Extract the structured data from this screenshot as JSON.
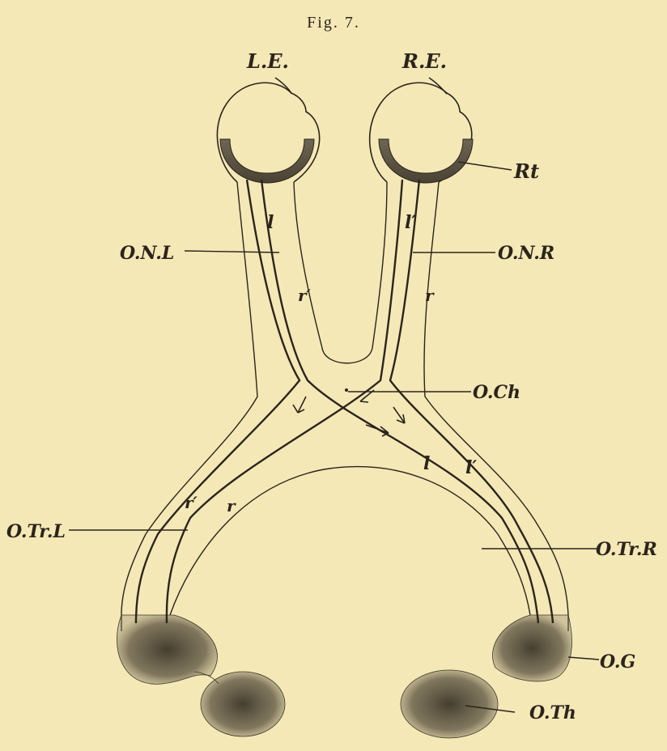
{
  "figure": {
    "title": "Fig. 7.",
    "colors": {
      "paper": "#f4e8b6",
      "ink": "#2b241c",
      "shade": "#3c3528"
    },
    "labels": {
      "left_eye": "L.E.",
      "right_eye": "R.E.",
      "retina": "Rt",
      "optic_nerve_left": "O.N.L",
      "optic_nerve_right": "O.N.R",
      "optic_chiasma": "O.Ch",
      "optic_tract_left": "O.Tr.L",
      "optic_tract_right": "O.Tr.R",
      "optic_ganglion": "O.G",
      "optic_thalamus": "O.Th",
      "fiber_l": "l",
      "fiber_l_prime": "l′",
      "fiber_r": "r",
      "fiber_r_prime": "r′"
    }
  }
}
